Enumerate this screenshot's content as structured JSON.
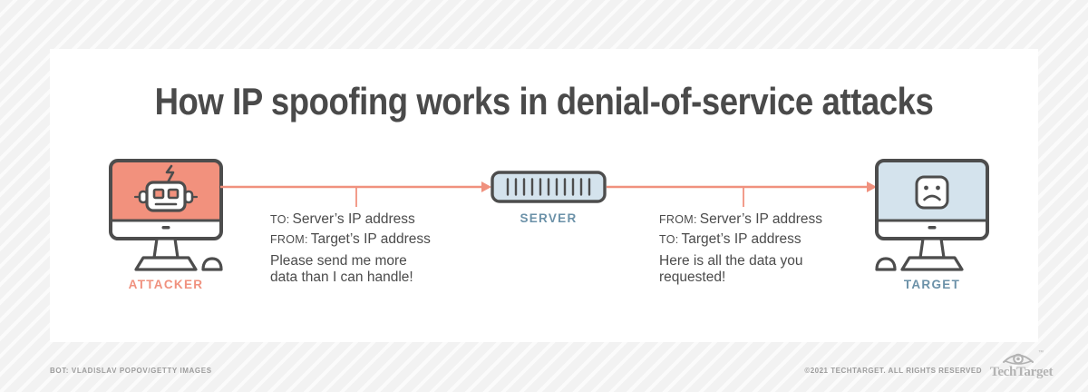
{
  "title": "How IP spoofing works in denial-of-service attacks",
  "nodes": {
    "attacker": {
      "label": "ATTACKER"
    },
    "server": {
      "label": "SERVER"
    },
    "target": {
      "label": "TARGET"
    }
  },
  "messages": [
    {
      "lines": [
        {
          "prefix": "TO:",
          "text": "Server’s IP address"
        },
        {
          "prefix": "FROM:",
          "text": "Target’s IP address"
        }
      ],
      "body_line1": "Please send me more",
      "body_line2": "data than I can handle!"
    },
    {
      "lines": [
        {
          "prefix": "FROM:",
          "text": "Server’s IP address"
        },
        {
          "prefix": "TO:",
          "text": "Target’s IP address"
        }
      ],
      "body_line1": "Here is all the data you",
      "body_line2": "requested!"
    }
  ],
  "footer": {
    "credit": "BOT: VLADISLAV POPOV/GETTY IMAGES",
    "copyright": "©2021 TECHTARGET. ALL RIGHTS RESERVED",
    "logo_text": "TechTarget",
    "logo_tm": "™"
  },
  "colors": {
    "accent_salmon": "#f2917d",
    "arrow_salmon": "#f0917e",
    "server_fill_blue": "#d4e3ed",
    "label_blue": "#6b91a8",
    "outline_dark": "#4d4d4d",
    "title_text": "#4a4a4a",
    "body_text": "#4b4b4b",
    "footer_gray": "#9c9c9c",
    "logo_gray": "#b3b3b3",
    "card_background": "#ffffff",
    "stripe_background": "#f2f2f2"
  }
}
